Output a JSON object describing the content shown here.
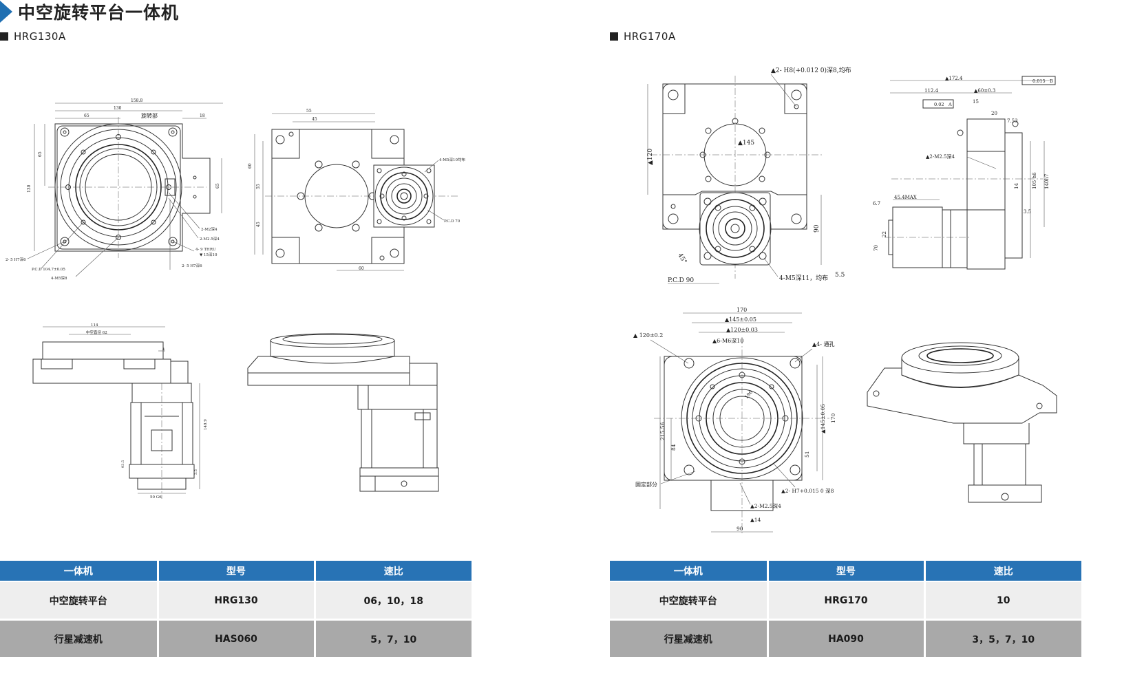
{
  "page": {
    "title": "中空旋转平台一体机",
    "accent_color": "#1f6fb2",
    "header_color": "#2873b5"
  },
  "left": {
    "model": "HRG130A",
    "labels": {
      "top_total": "158.8",
      "top_130": "130",
      "top_65": "65",
      "top_18": "18",
      "rotor": "旋转部",
      "left_65": "65",
      "left_130": "130",
      "right_65": "65",
      "m2_1": "2-M2深4",
      "m2_2": "2-M2.5深4",
      "thru": "4- 9 THRU",
      "cb": "▼ 15深10",
      "pin": "2- 5 H7深6",
      "hole_l": "2- 5 H7深6",
      "pcd": "P.C.D 104.7±0.05",
      "m5": "4-M5深8",
      "mid_55": "55",
      "mid_45": "45",
      "mid_60": "60",
      "mid_55v": "55",
      "mid_45v": "45",
      "mid_60b": "60",
      "m5_pcd": "4-M5深10均布",
      "pcd70": "P.C.D 70",
      "side_114": "114",
      "side_bore": "中空直径 62",
      "side_149": "149.9",
      "side_50": "50 G6",
      "side_93": "93.5",
      "side_35": "3.5",
      "side_4": "4"
    },
    "table": {
      "headers": [
        "一体机",
        "型号",
        "速比"
      ],
      "rows": [
        [
          "中空旋转平台",
          "HRG130",
          "06，10，18"
        ],
        [
          "行星减速机",
          "HAS060",
          "5，7，10"
        ]
      ]
    }
  },
  "right": {
    "model": "HRG170A",
    "labels": {
      "h8": "▲2-   H8(+0.012 0)深8,均布",
      "d145": "▲145",
      "d120": "▲120",
      "d90": "90",
      "pcd90": "P.C.D   90",
      "m5_11": "4-M5深11，均布",
      "d55": "5.5",
      "d45": "45°",
      "s172": "▲172.4",
      "s112": "112.4",
      "s60": "▲60±0.3",
      "s015": "0.015",
      "s002": "0.02",
      "sA": "A",
      "sB": "B",
      "s15": "15",
      "s20": "20",
      "s753": "7.53",
      "m25": "▲2-M2.5深4",
      "s105": "105 h6",
      "s140": "140h7",
      "s45": "45.4MAX",
      "s67": "6.7",
      "s70": "70",
      "s22": "22",
      "s35": "3.5",
      "s14": "14",
      "b170": "170",
      "b145": "▲145±0.05",
      "b120": "▲120±0.03",
      "bm6": "▲6-M6深10",
      "b120l": "▲ 120±0.2",
      "b4": "▲4-    通孔",
      "b215": "215.56",
      "b84": "84",
      "b170v": "170",
      "b145v": "▲145±0.05",
      "b196": "196",
      "fixed": "固定部分",
      "h7": "▲2-   H7+0.015 0 深8",
      "bm25": "▲2-M2.5深4",
      "b14": "▲14",
      "b90": "90",
      "b51": "51"
    },
    "table": {
      "headers": [
        "一体机",
        "型号",
        "速比"
      ],
      "rows": [
        [
          "中空旋转平台",
          "HRG170",
          "10"
        ],
        [
          "行星减速机",
          "HA090",
          "3，5，7，10"
        ]
      ]
    }
  }
}
